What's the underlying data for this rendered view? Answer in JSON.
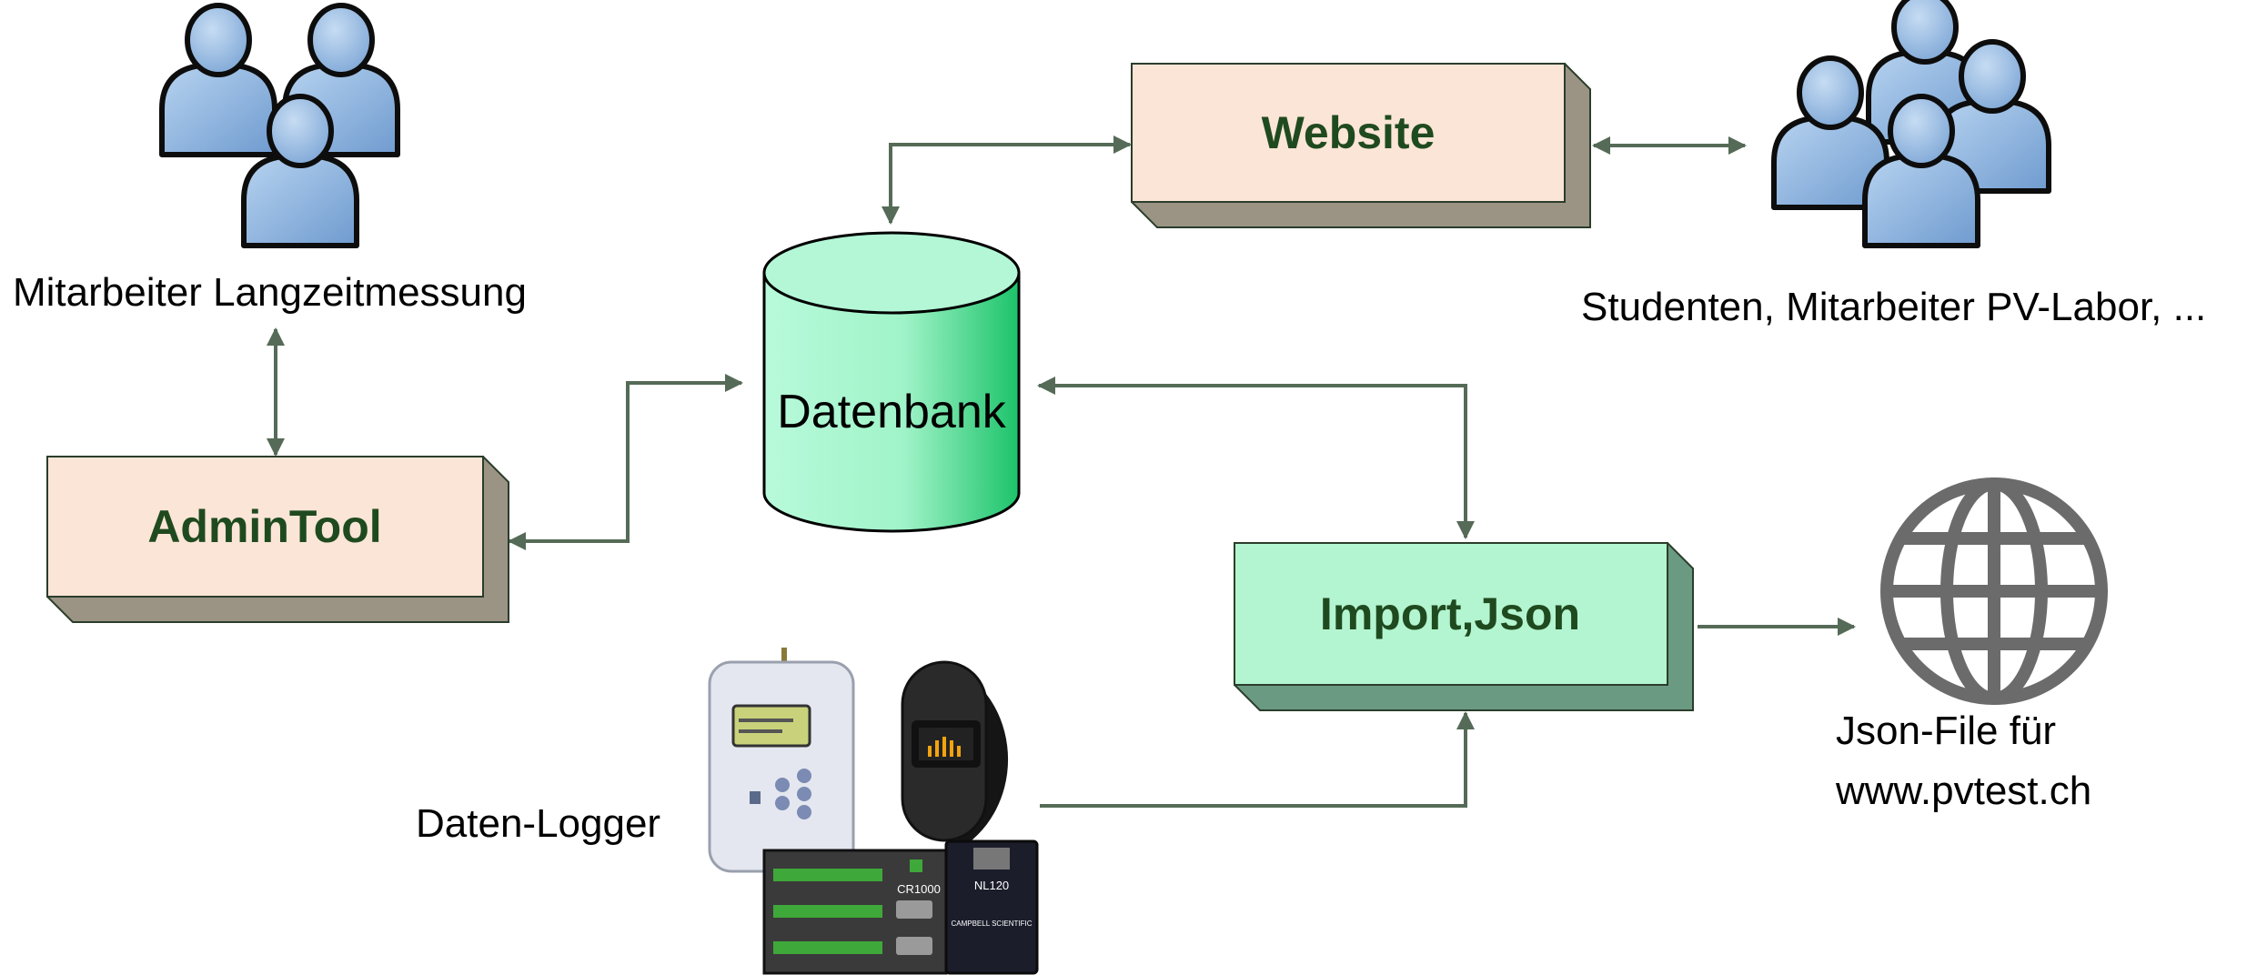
{
  "nodes": {
    "website": "Website",
    "admintool": "AdminTool",
    "datenbank": "Datenbank",
    "import": "Import,Json"
  },
  "labels": {
    "staff_long_term": "Mitarbeiter Langzeitmessung",
    "students": "Studenten, Mitarbeiter PV-Labor, ...",
    "data_logger": "Daten-Logger",
    "json_line1": "Json-File für",
    "json_line2": "www.pvtest.ch"
  },
  "device_text": {
    "cr1000": "CR1000",
    "nl120": "NL120",
    "campbell": "CAMPBELL SCIENTIFIC"
  },
  "colors": {
    "website_face": "#fbe5d6",
    "admintool_face": "#fbe5d6",
    "import_face": "#b3f5d0",
    "database": "#a8f5cf",
    "arrow": "#556b57",
    "label_green": "#1f4a1f",
    "people_blue": "#8fb4dc"
  },
  "icons": {
    "staff_group": "user-group-icon",
    "student_group": "user-group-icon",
    "web": "globe-icon",
    "logger": "data-logger-device"
  }
}
